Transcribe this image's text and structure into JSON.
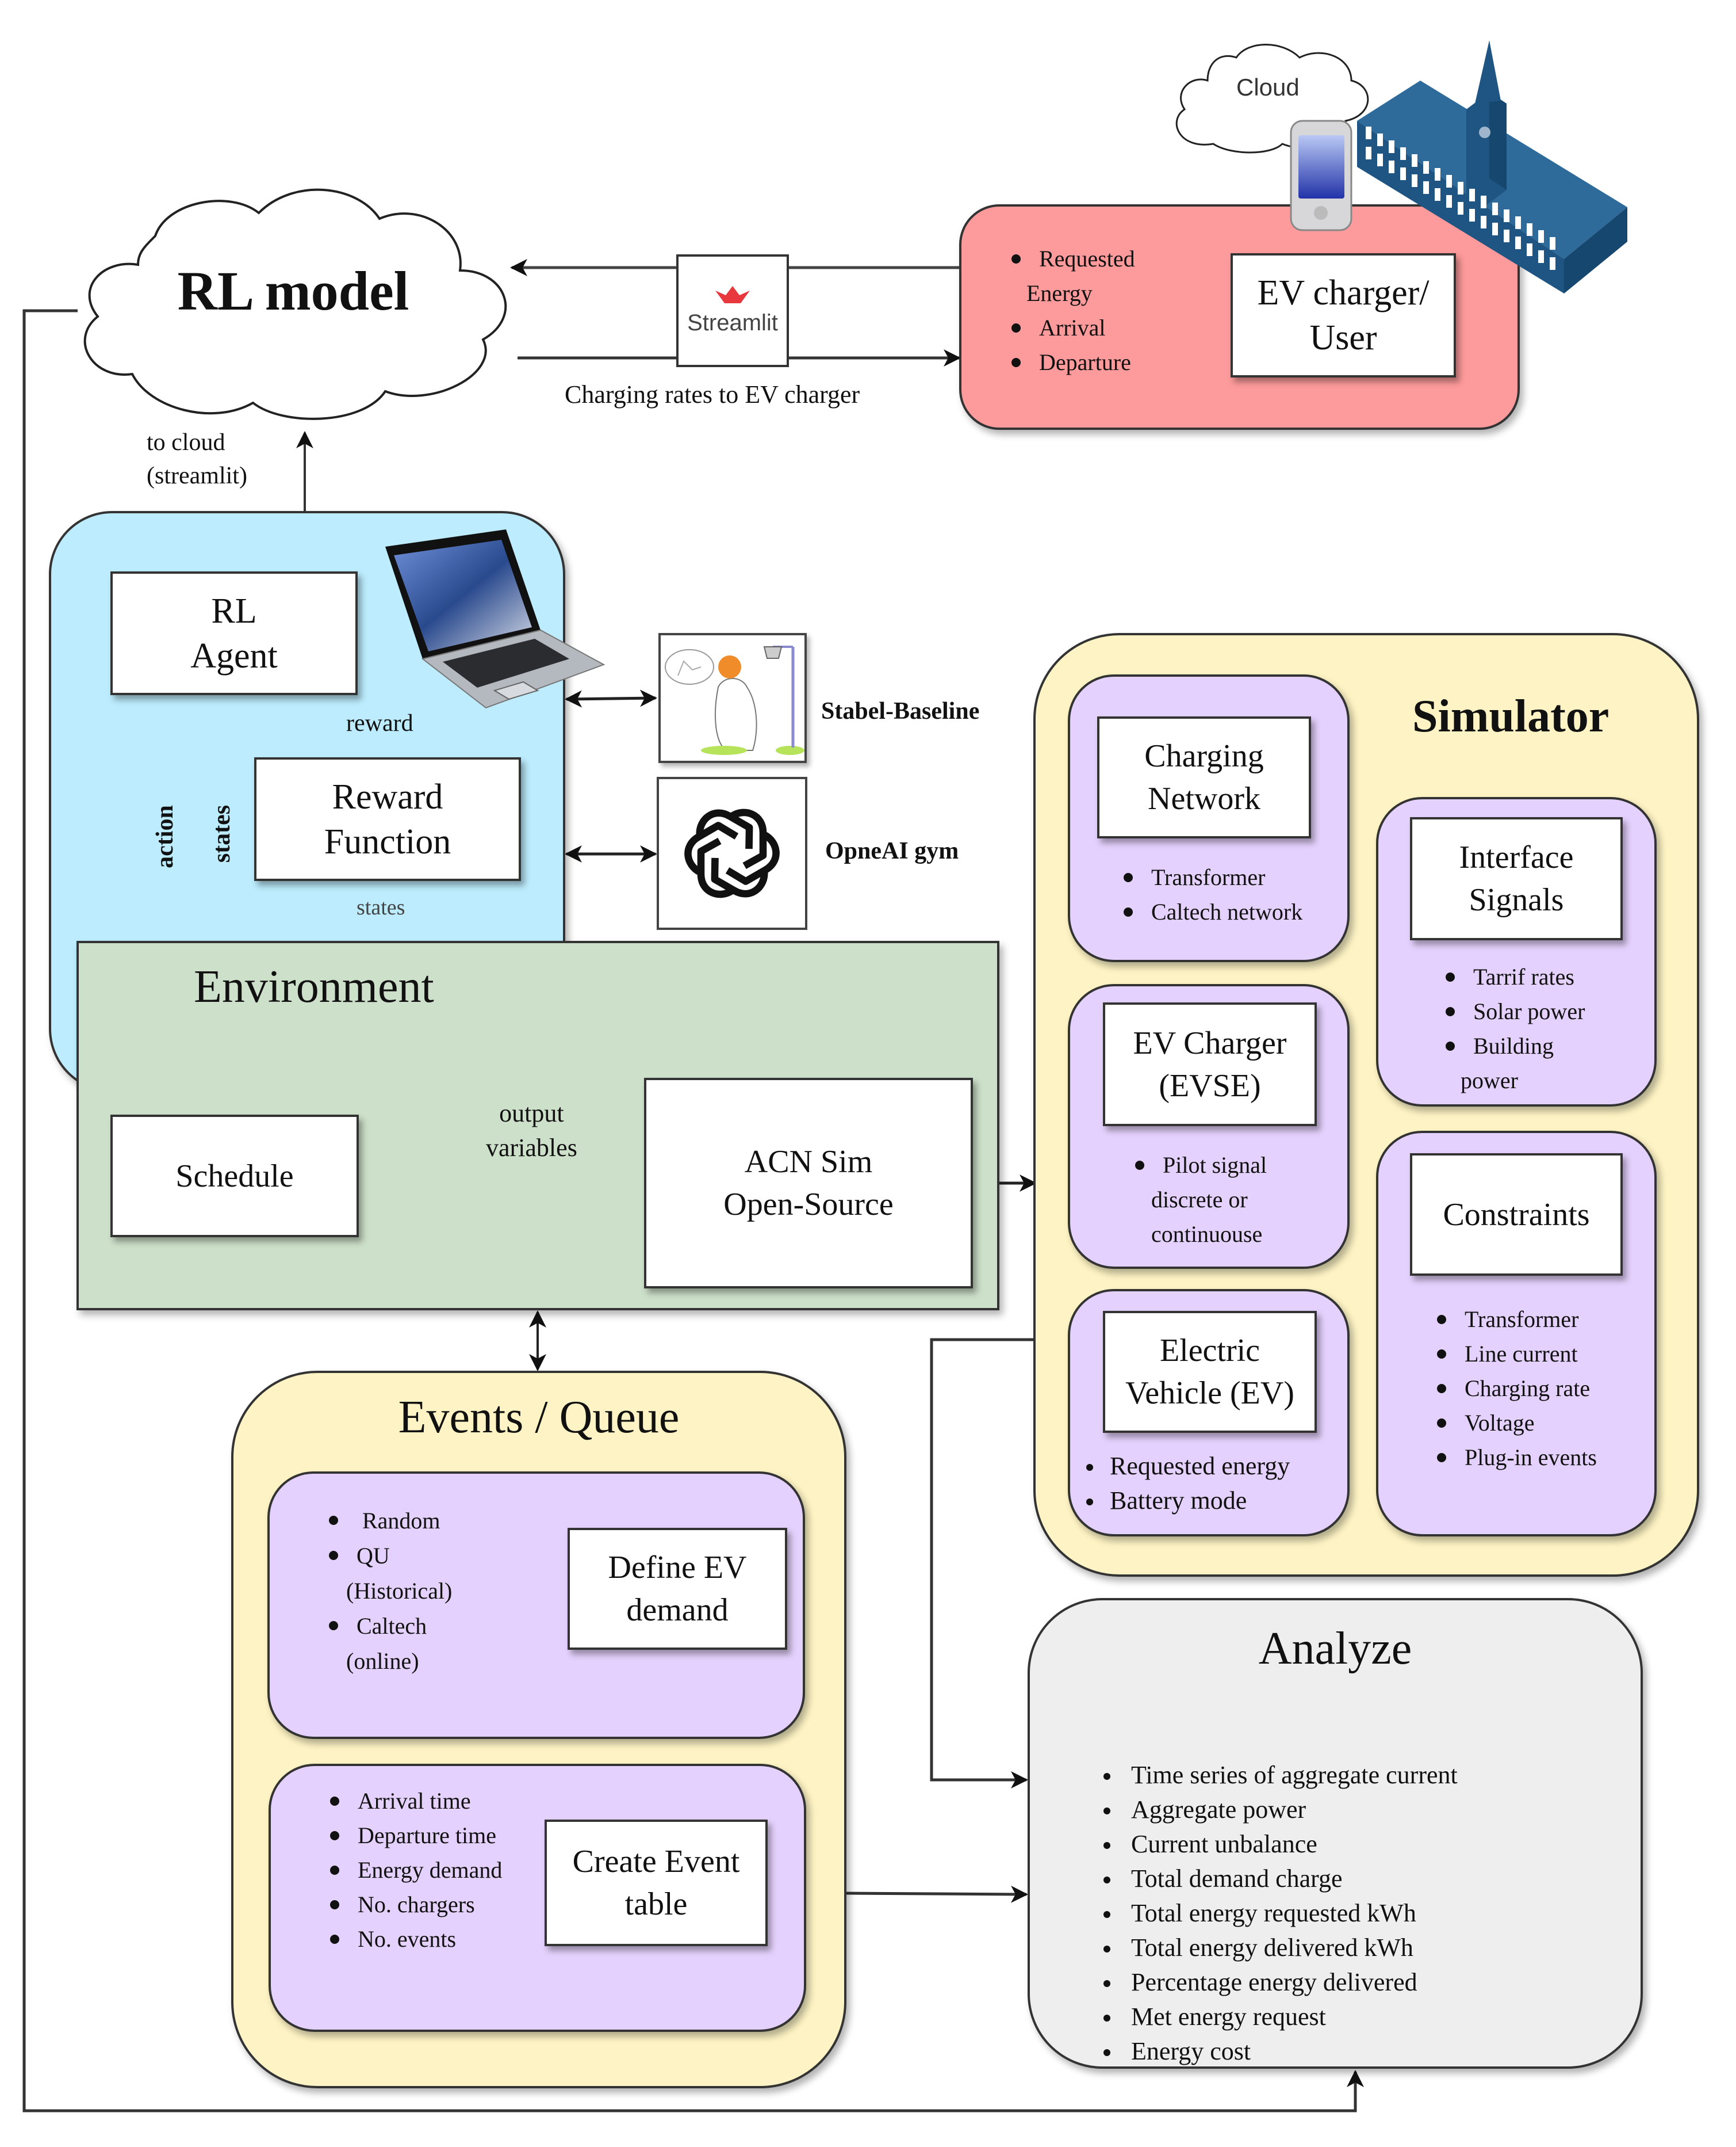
{
  "rl_model": {
    "label": "RL model"
  },
  "streamlit": {
    "label": "Streamlit",
    "icon": "streamlit-crown-icon"
  },
  "charging_rates_label": "Charging rates to EV charger",
  "to_cloud_label": {
    "line1": "to cloud",
    "line2": "(streamlit)"
  },
  "user_panel": {
    "items": [
      "Requested",
      "Energy",
      "Arrival",
      "Departure"
    ],
    "box_label": {
      "line1": "EV charger/",
      "line2": "User"
    },
    "cloud_label": "Cloud",
    "color": "#fd9a9b"
  },
  "agent_panel": {
    "color": "#bcecfd",
    "rl_agent": {
      "line1": "RL",
      "line2": "Agent"
    },
    "reward_function": {
      "line1": "Reward",
      "line2": "Function"
    },
    "labels": {
      "action": "action",
      "states": "states",
      "reward": "reward",
      "states_bottom": "states"
    }
  },
  "libraries": {
    "stable_baseline": "Stabel-Baseline",
    "openai_gym": "OpneAI gym"
  },
  "environment": {
    "title": "Environment",
    "color": "#cde0c9",
    "schedule": "Schedule",
    "acn_sim": {
      "line1": "ACN Sim",
      "line2": "Open-Source"
    },
    "output_variables": {
      "line1": "output",
      "line2": "variables"
    }
  },
  "simulator": {
    "title": "Simulator",
    "color": "#fdf3c4",
    "charging_network": {
      "line1": "Charging",
      "line2": "Network",
      "items": [
        "Transformer",
        "Caltech network"
      ]
    },
    "interface_signals": {
      "line1": "Interface",
      "line2": "Signals",
      "items": [
        "Tarrif rates",
        "Solar power",
        "Building"
      ],
      "continuation": "power"
    },
    "ev_charger": {
      "line1": "EV Charger",
      "line2": "(EVSE)",
      "items": [
        "Pilot signal"
      ],
      "continuation1": "discrete or",
      "continuation2": "continuouse"
    },
    "constraints": {
      "label": "Constraints",
      "items": [
        "Transformer",
        "Line current",
        "Charging rate",
        "Voltage",
        "Plug-in events"
      ]
    },
    "electric_vehicle": {
      "line1": "Electric",
      "line2": "Vehicle (EV)",
      "items": [
        "Requested energy",
        "Battery mode"
      ]
    }
  },
  "events_queue": {
    "title": "Events / Queue",
    "color": "#fdf3c4",
    "inner_color": "#e5d1fd",
    "demand_sources": {
      "items": [
        "Random",
        "QU",
        "Caltech"
      ],
      "qu_sub": "(Historical)",
      "caltech_sub": "(online)"
    },
    "define_ev_demand": {
      "line1": "Define EV",
      "line2": "demand"
    },
    "event_fields": [
      "Arrival time",
      "Departure time",
      "Energy demand",
      "No. chargers",
      "No. events"
    ],
    "create_event_table": {
      "line1": "Create Event",
      "line2": "table"
    }
  },
  "analyze": {
    "title": "Analyze",
    "color": "#eeeeee",
    "items": [
      "Time series of aggregate current",
      "Aggregate power",
      "Current unbalance",
      "Total demand charge",
      "Total energy requested kWh",
      "Total energy delivered kWh",
      "Percentage energy delivered",
      "Met energy request",
      "Energy cost"
    ]
  }
}
